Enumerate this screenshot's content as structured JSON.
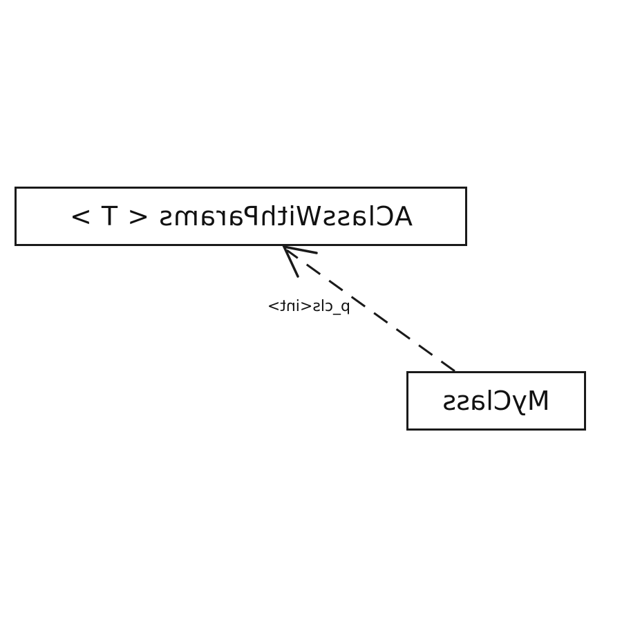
{
  "diagram": {
    "classes": [
      {
        "id": "generic",
        "name": "AClassWithParams < T >"
      },
      {
        "id": "myclass",
        "name": "MyClass"
      }
    ],
    "relation": {
      "from": "MyClass",
      "to": "AClassWithParams < T >",
      "style": "dashed",
      "arrowhead": "open",
      "label": "p_cls<int>"
    },
    "mirrored": true
  },
  "colors": {
    "line": "#1a1a1a",
    "background": "#ffffff",
    "text": "#111111"
  }
}
